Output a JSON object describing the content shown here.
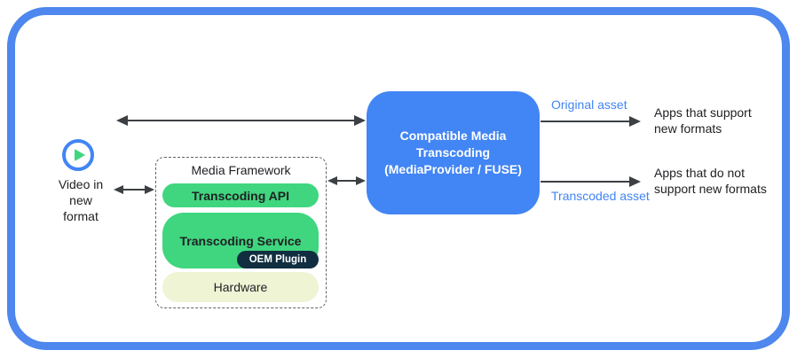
{
  "colors": {
    "blue": "#4285f4",
    "frame_blue": "#4e87ee",
    "green": "#3fd67f",
    "navy": "#112e40",
    "hardware_bg": "#eff4d5",
    "arrow": "#3c4043",
    "text": "#202124",
    "dash": "#5f6368"
  },
  "left": {
    "play_icon": "play-icon",
    "caption": "Video in\nnew\nformat"
  },
  "media_framework": {
    "title": "Media Framework",
    "layers": [
      {
        "label": "Transcoding API"
      },
      {
        "label": "Transcoding Service",
        "plugin": "OEM Plugin"
      },
      {
        "label": "Hardware"
      }
    ]
  },
  "transcoder": {
    "title": "Compatible Media\nTranscoding\n(MediaProvider / FUSE)"
  },
  "outputs": {
    "original_label": "Original asset",
    "transcoded_label": "Transcoded asset",
    "apps_support": "Apps that support\nnew formats",
    "apps_not_support": "Apps that do not\nsupport new formats"
  }
}
